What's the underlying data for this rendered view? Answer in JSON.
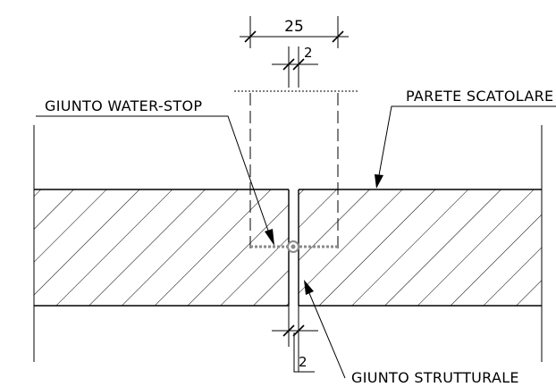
{
  "labels": {
    "water_stop": "GIUNTO WATER-STOP",
    "wall": "PARETE SCATOLARE",
    "structural_joint": "GIUNTO STRUTTURALE"
  },
  "dimensions": {
    "overall": "25",
    "joint_top": "2",
    "joint_bottom": "2"
  },
  "colors": {
    "line": "#000000",
    "waterstop": "#8a8a8a",
    "background": "#ffffff"
  }
}
